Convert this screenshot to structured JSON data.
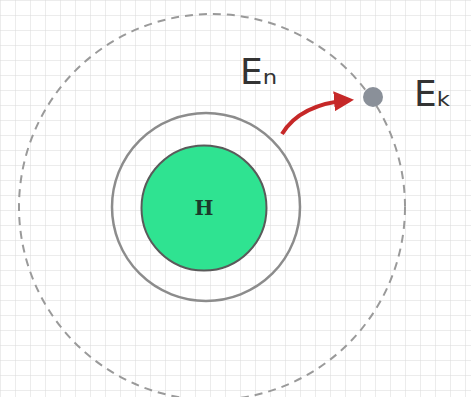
{
  "diagram": {
    "nodes": [
      {
        "text": [
          "H"
        ]
      }
    ],
    "labels": [
      "Eₙ",
      "Eₖ"
    ]
  }
}
